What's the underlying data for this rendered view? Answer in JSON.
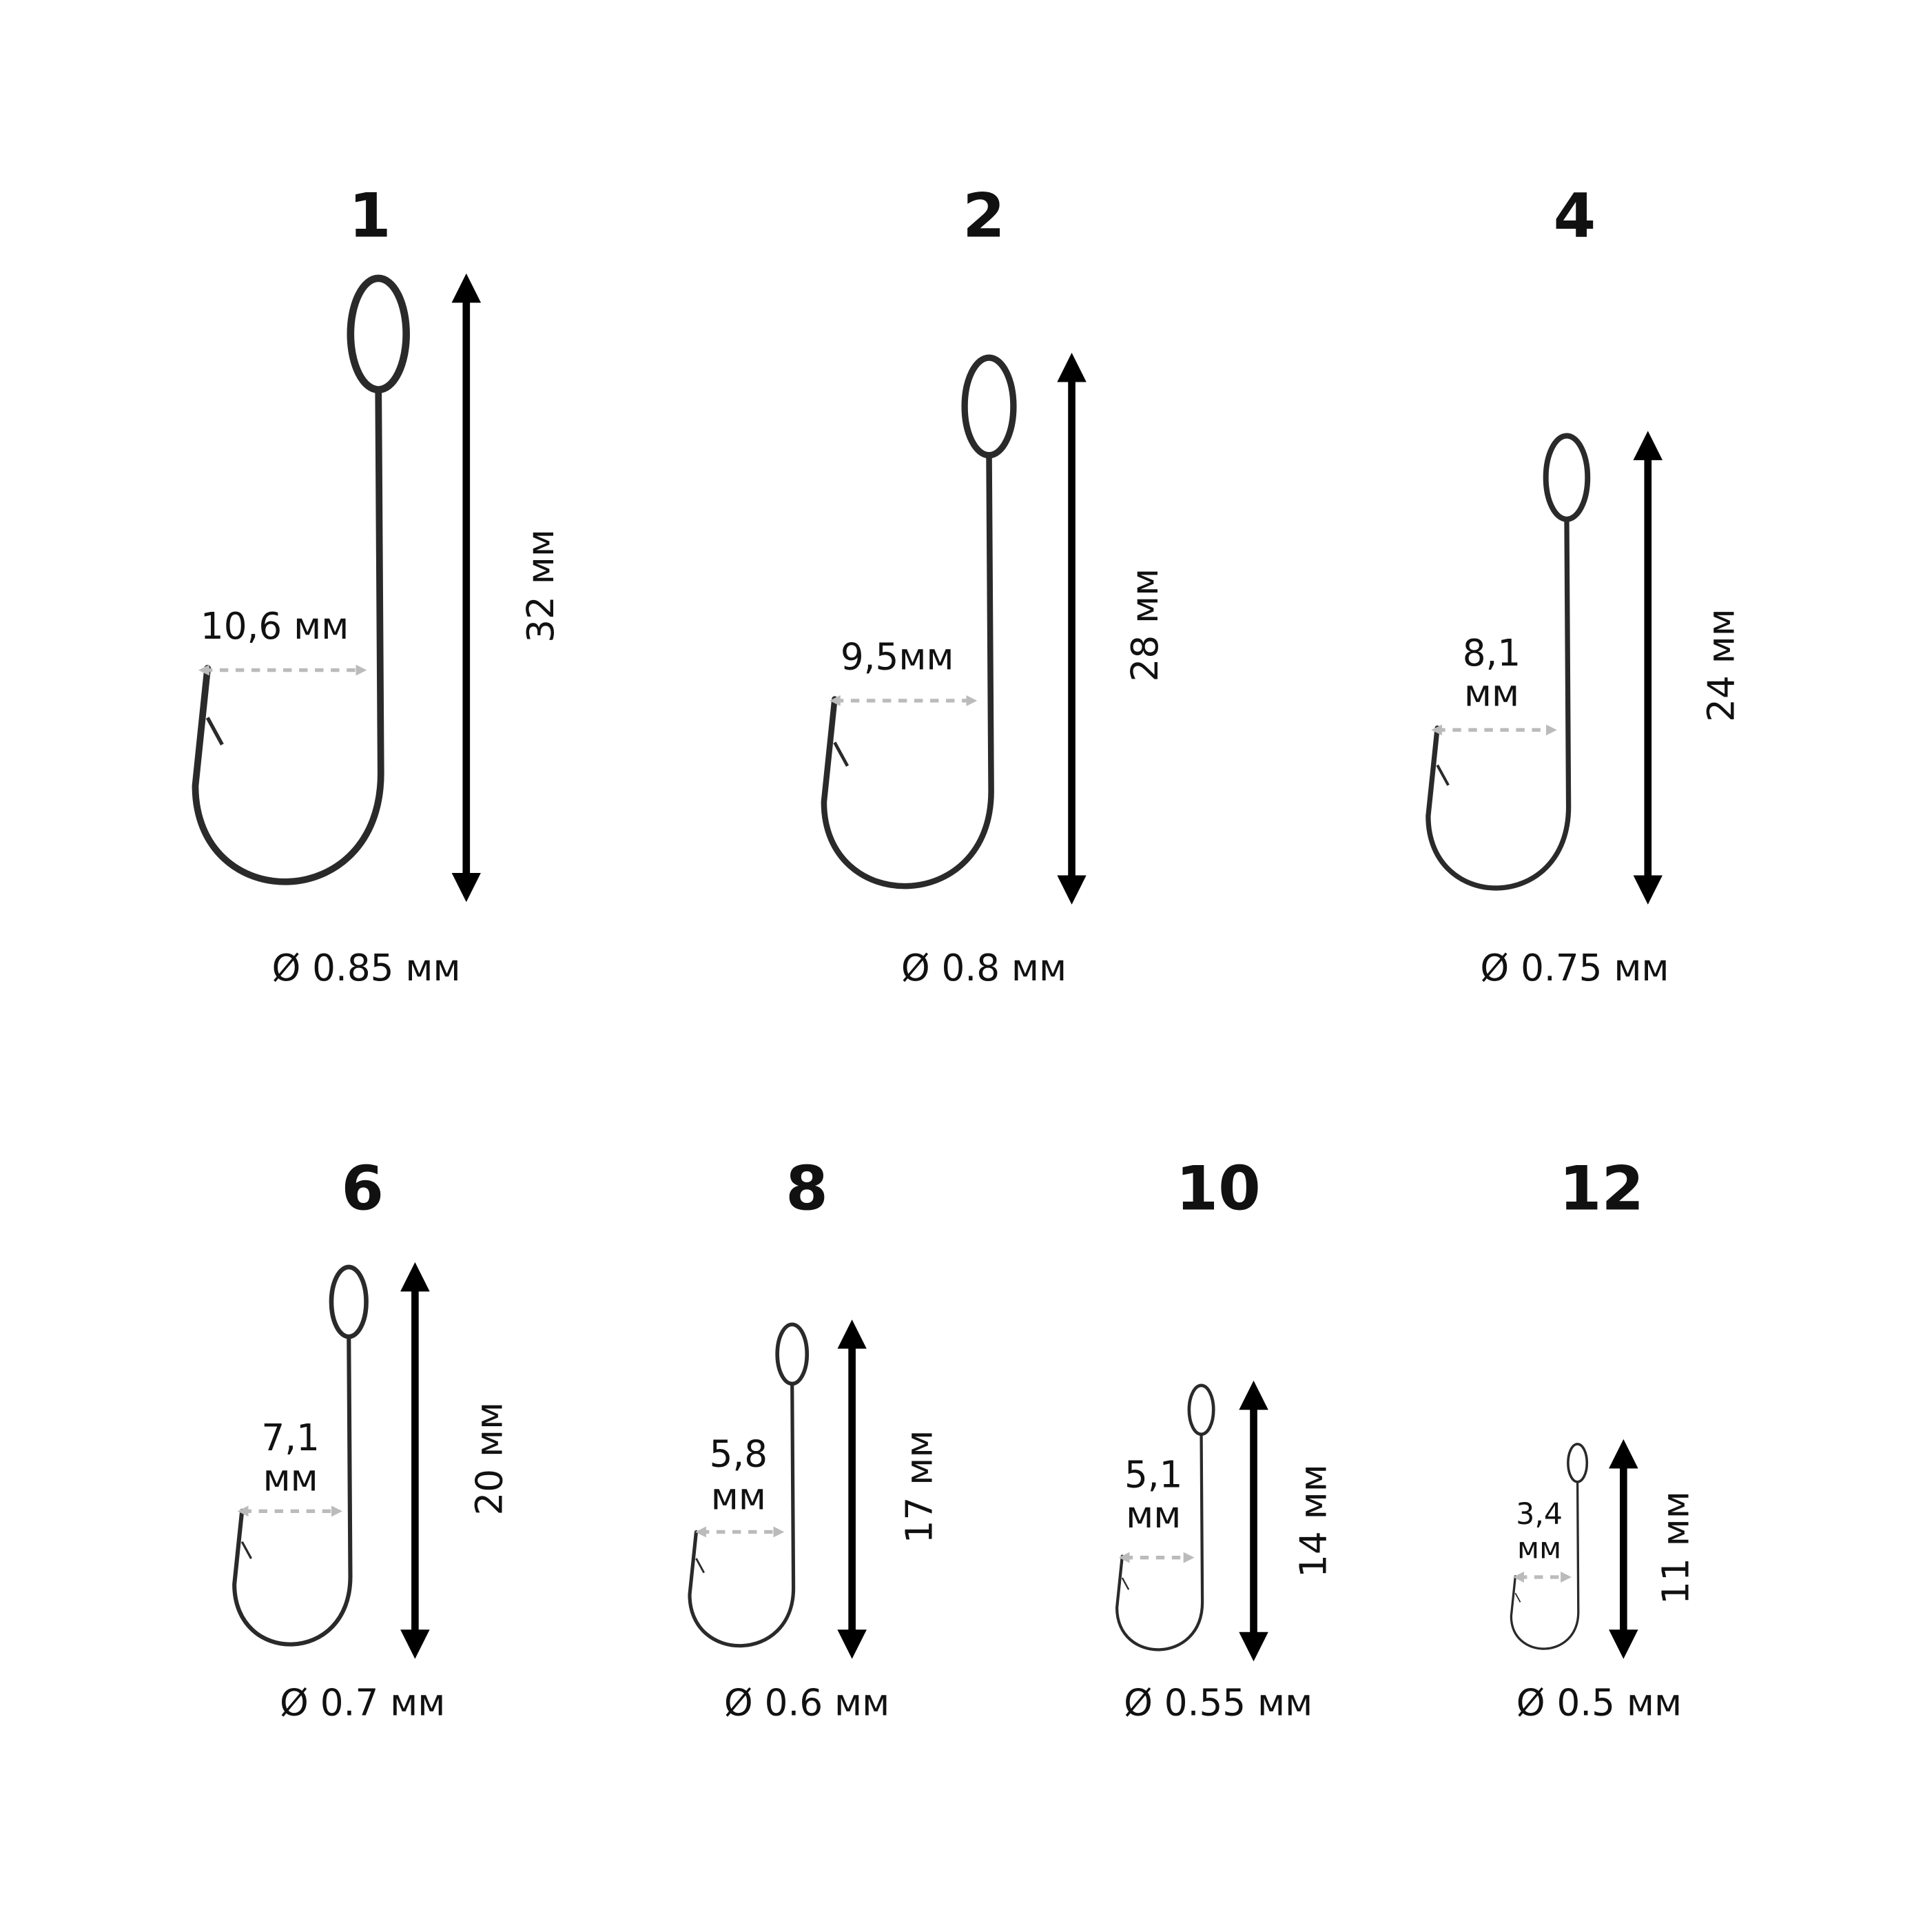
{
  "hooks": [
    {
      "size": "1",
      "length": "32 мм",
      "gap": [
        "10,6 мм"
      ],
      "wire": "Ø 0.85 мм"
    },
    {
      "size": "2",
      "length": "28 мм",
      "gap": [
        "9,5мм"
      ],
      "wire": "Ø 0.8 мм"
    },
    {
      "size": "4",
      "length": "24 мм",
      "gap": [
        "8,1",
        "мм"
      ],
      "wire": "Ø 0.75 мм"
    },
    {
      "size": "6",
      "length": "20 мм",
      "gap": [
        "7,1",
        "мм"
      ],
      "wire": "Ø 0.7 мм"
    },
    {
      "size": "8",
      "length": "17 мм",
      "gap": [
        "5,8",
        "мм"
      ],
      "wire": "Ø 0.6 мм"
    },
    {
      "size": "10",
      "length": "14 мм",
      "gap": [
        "5,1",
        "мм"
      ],
      "wire": "Ø 0.55 мм"
    },
    {
      "size": "12",
      "length": "11 мм",
      "gap": [
        "3,4",
        "мм"
      ],
      "wire": "Ø 0.5 мм"
    }
  ],
  "colors": {
    "hook": "#2a2a2a",
    "arrow": "#000000",
    "gap_line": "#bbbbbb",
    "background": "#ffffff"
  }
}
